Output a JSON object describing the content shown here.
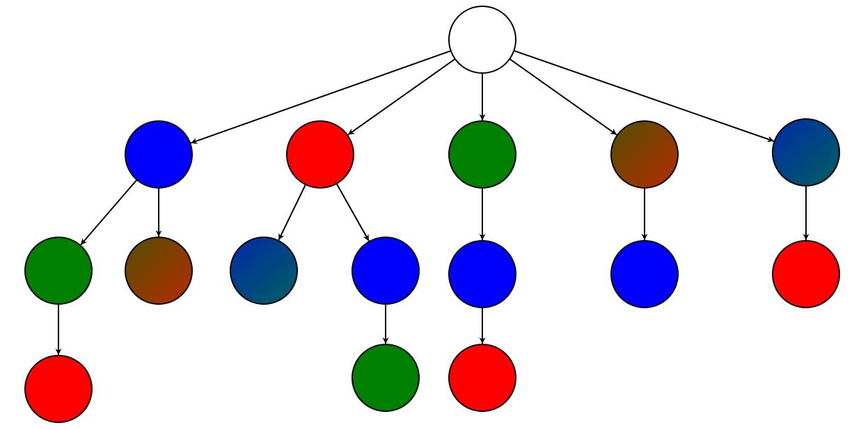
{
  "colors": {
    "white": "#ffffff",
    "blue": "#0000ff",
    "red": "#ff0000",
    "green": "#008000",
    "olive_to_rust": [
      "#505000",
      "#b82a00"
    ],
    "navy_to_teal": [
      "#002aa8",
      "#006060"
    ],
    "stroke": "#000000"
  },
  "nodes": [
    {
      "id": "root",
      "fill": "white"
    },
    {
      "id": "n1",
      "fill": "blue"
    },
    {
      "id": "n2",
      "fill": "red"
    },
    {
      "id": "n3",
      "fill": "green"
    },
    {
      "id": "n4",
      "fill": "olive_to_rust"
    },
    {
      "id": "n5",
      "fill": "navy_to_teal"
    },
    {
      "id": "n1a",
      "fill": "green"
    },
    {
      "id": "n1b",
      "fill": "olive_to_rust"
    },
    {
      "id": "n2a",
      "fill": "navy_to_teal"
    },
    {
      "id": "n2b",
      "fill": "blue"
    },
    {
      "id": "n3a",
      "fill": "blue"
    },
    {
      "id": "n4a",
      "fill": "blue"
    },
    {
      "id": "n5a",
      "fill": "red"
    },
    {
      "id": "n1a1",
      "fill": "red"
    },
    {
      "id": "n2b1",
      "fill": "green"
    },
    {
      "id": "n3a1",
      "fill": "red"
    }
  ],
  "edges": [
    [
      "root",
      "n1"
    ],
    [
      "root",
      "n2"
    ],
    [
      "root",
      "n3"
    ],
    [
      "root",
      "n4"
    ],
    [
      "root",
      "n5"
    ],
    [
      "n1",
      "n1a"
    ],
    [
      "n1",
      "n1b"
    ],
    [
      "n2",
      "n2a"
    ],
    [
      "n2",
      "n2b"
    ],
    [
      "n3",
      "n3a"
    ],
    [
      "n4",
      "n4a"
    ],
    [
      "n5",
      "n5a"
    ],
    [
      "n1a",
      "n1a1"
    ],
    [
      "n2b",
      "n2b1"
    ],
    [
      "n3a",
      "n3a1"
    ]
  ]
}
